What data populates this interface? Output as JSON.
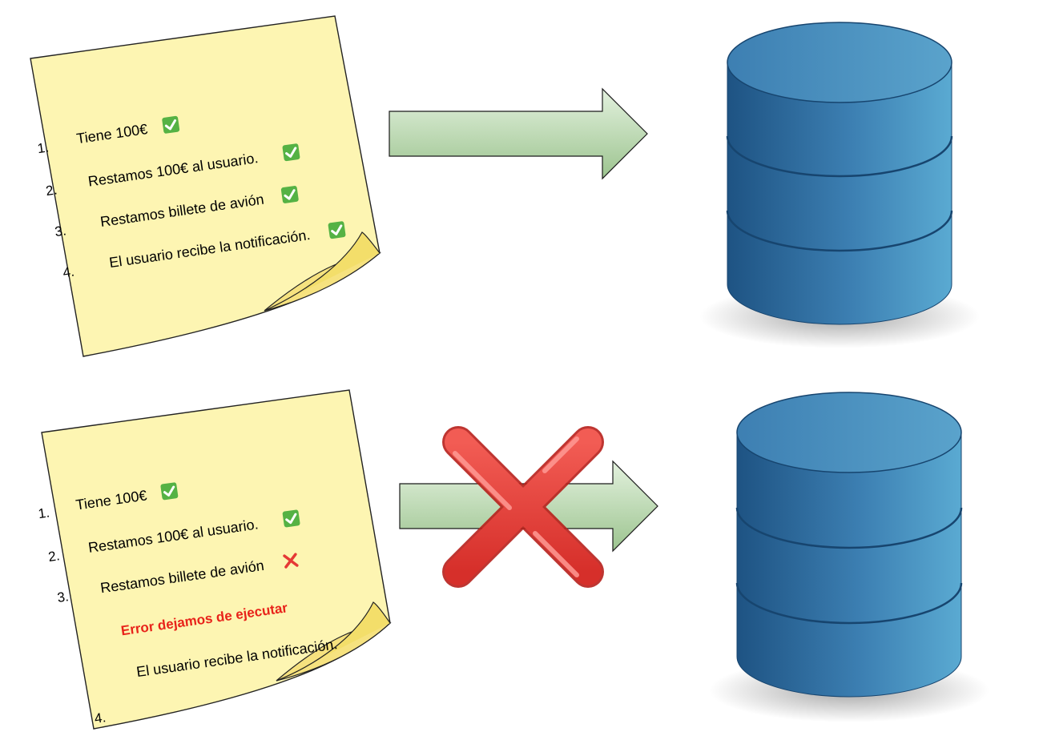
{
  "colors": {
    "note_fill": "#fdf5b2",
    "note_curl": "#f6e27f",
    "arrow_light": "#d9ecd3",
    "arrow_dark": "#9cc48f",
    "db_dark": "#1e5383",
    "db_light": "#5aa8d0",
    "db_top": "#4b8fc0",
    "check_green": "#55b244",
    "cross_red": "#e53935",
    "error_red": "#e8231a"
  },
  "top_note": {
    "items": [
      {
        "num": "1.",
        "text": "Tiene 100€",
        "status": "check"
      },
      {
        "num": "2.",
        "text": "Restamos 100€ al usuario.",
        "status": "check"
      },
      {
        "num": "3.",
        "text": "Restamos billete de avión",
        "status": "check"
      },
      {
        "num": "4.",
        "text": "El usuario recibe la notificación.",
        "status": "check"
      }
    ]
  },
  "bottom_note": {
    "items": [
      {
        "num": "1.",
        "text": "Tiene 100€",
        "status": "check"
      },
      {
        "num": "2.",
        "text": "Restamos 100€ al usuario.",
        "status": "check"
      },
      {
        "num": "3.",
        "text": "Restamos billete de avión",
        "status": "cross"
      }
    ],
    "error_text": "Error dejamos de ejecutar",
    "last_item": {
      "num": "4.",
      "text": "El usuario recibe la notificación.",
      "status": "none"
    }
  },
  "icons": {
    "check": "check-mark-icon",
    "cross": "cross-mark-icon",
    "big_cross": "big-red-x-icon",
    "database": "database-icon",
    "arrow": "right-arrow-icon"
  }
}
